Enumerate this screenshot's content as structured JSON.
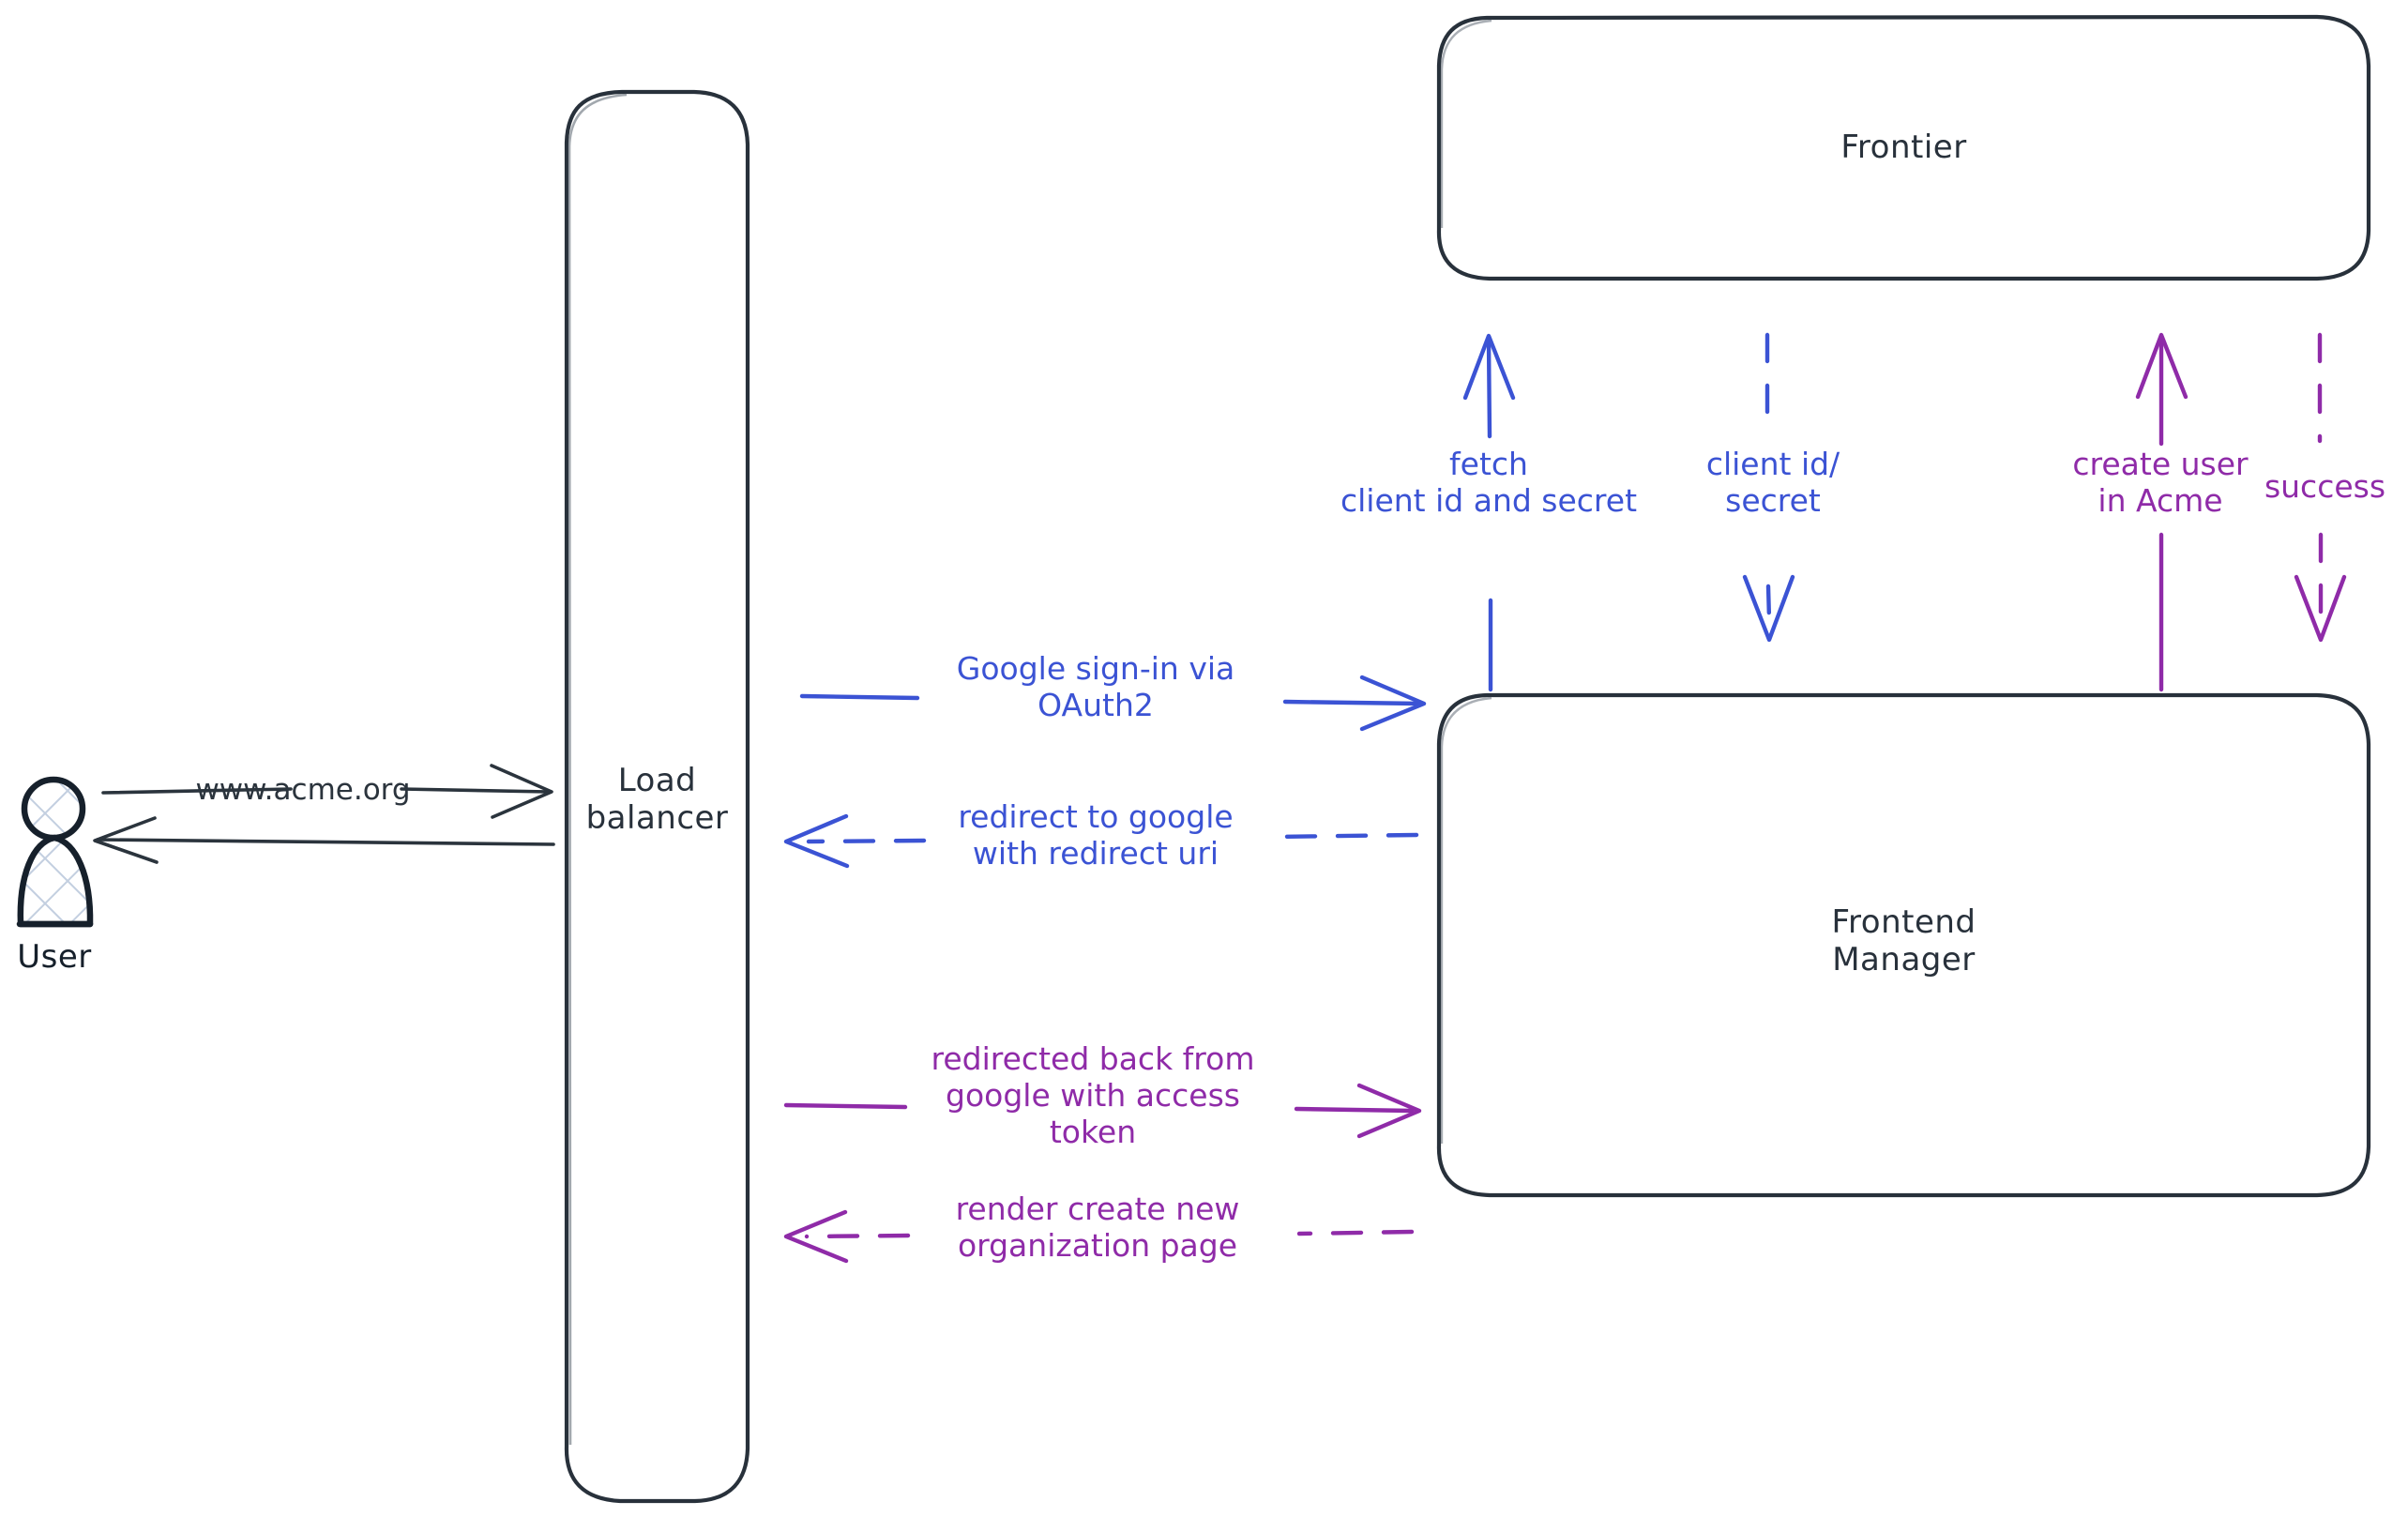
{
  "diagram": {
    "title": "Google OAuth2 sign-in sequence",
    "background": "#ffffff",
    "colors": {
      "stroke_dark": "#28313b",
      "blue": "#3b53d4",
      "purple": "#8f2ba8",
      "actor_fill": "#ffffff",
      "actor_hatch": "#c3cfe0"
    }
  },
  "actors": {
    "user": {
      "label": "User",
      "shape": "person"
    }
  },
  "nodes": {
    "load_balancer": {
      "label": "Load\nbalancer",
      "shape": "rounded-rect"
    },
    "frontier": {
      "label": "Frontier",
      "shape": "rounded-rect"
    },
    "frontend_manager": {
      "label": "Frontend\nManager",
      "shape": "rounded-rect"
    }
  },
  "edges": [
    {
      "id": "user-to-lb",
      "label": "www.acme.org",
      "from": "user",
      "to": "load_balancer",
      "style": "solid",
      "color": "#2b343d",
      "direction": "right"
    },
    {
      "id": "lb-to-user",
      "label": "",
      "from": "load_balancer",
      "to": "user",
      "style": "solid",
      "color": "#2b343d",
      "direction": "left"
    },
    {
      "id": "lb-to-fm-signin",
      "label": "Google sign-in via\nOAuth2",
      "from": "load_balancer",
      "to": "frontend_manager",
      "style": "solid",
      "color": "#3b53d4",
      "direction": "right"
    },
    {
      "id": "fm-to-lb-redirect",
      "label": "redirect to google\nwith redirect uri",
      "from": "frontend_manager",
      "to": "load_balancer",
      "style": "dashed",
      "color": "#3b53d4",
      "direction": "left"
    },
    {
      "id": "lb-to-fm-token",
      "label": "redirected back from\ngoogle with access\ntoken",
      "from": "load_balancer",
      "to": "frontend_manager",
      "style": "solid",
      "color": "#8f2ba8",
      "direction": "right"
    },
    {
      "id": "fm-to-lb-render",
      "label": "render create new\norganization page",
      "from": "frontend_manager",
      "to": "load_balancer",
      "style": "dashed",
      "color": "#8f2ba8",
      "direction": "left"
    },
    {
      "id": "fm-to-frontier-fetch",
      "label": "fetch\nclient id and secret",
      "from": "frontend_manager",
      "to": "frontier",
      "style": "solid",
      "color": "#3b53d4",
      "direction": "up"
    },
    {
      "id": "frontier-to-fm-creds",
      "label": "client id/\nsecret",
      "from": "frontier",
      "to": "frontend_manager",
      "style": "dashed",
      "color": "#3b53d4",
      "direction": "down"
    },
    {
      "id": "fm-to-frontier-create",
      "label": "create user\nin Acme",
      "from": "frontend_manager",
      "to": "frontier",
      "style": "solid",
      "color": "#8f2ba8",
      "direction": "up"
    },
    {
      "id": "frontier-to-fm-success",
      "label": "success",
      "from": "frontier",
      "to": "frontend_manager",
      "style": "dashed",
      "color": "#8f2ba8",
      "direction": "down"
    }
  ]
}
